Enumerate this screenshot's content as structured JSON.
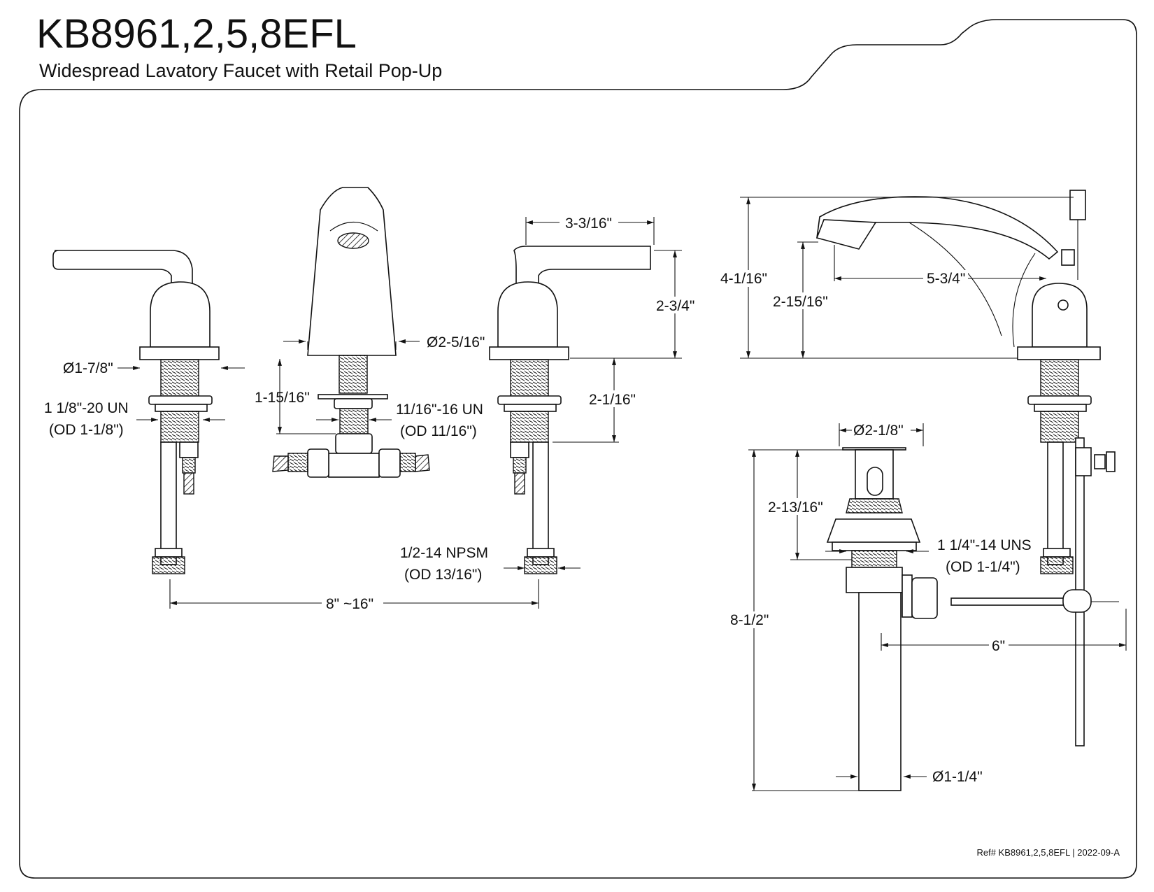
{
  "header": {
    "model": "KB8961,2,5,8EFL",
    "subtitle": "Widespread Lavatory Faucet with Retail Pop-Up"
  },
  "dimensions": {
    "handle_diameter": "Ø1-7/8\"",
    "handle_thread": "1 1/8\"-20 UN",
    "handle_thread_od": "(OD 1-1/8\")",
    "spout_shank_height": "1-15/16\"",
    "spout_diameter": "Ø2-5/16\"",
    "spout_thread": "11/16\"-16 UN",
    "spout_thread_od": "(OD 11/16\")",
    "handle_reach": "3-3/16\"",
    "handle_height": "2-3/4\"",
    "handle_shank_height": "2-1/16\"",
    "supply_thread": "1/2-14 NPSM",
    "supply_thread_od": "(OD 13/16\")",
    "spread": "8\" ~16\"",
    "faucet_height": "4-1/16\"",
    "spout_clearance": "2-15/16\"",
    "spout_reach": "5-3/4\"",
    "drain_flange": "Ø2-1/8\"",
    "drain_body_height": "2-13/16\"",
    "drain_thread": "1 1/4\"-14 UNS",
    "drain_thread_od": "(OD 1-1/4\")",
    "drain_length": "8-1/2\"",
    "pivot_rod": "6\"",
    "tailpiece_diameter": "Ø1-1/4\""
  },
  "footer": {
    "ref": "Ref# KB8961,2,5,8EFL | 2022-09-A"
  }
}
